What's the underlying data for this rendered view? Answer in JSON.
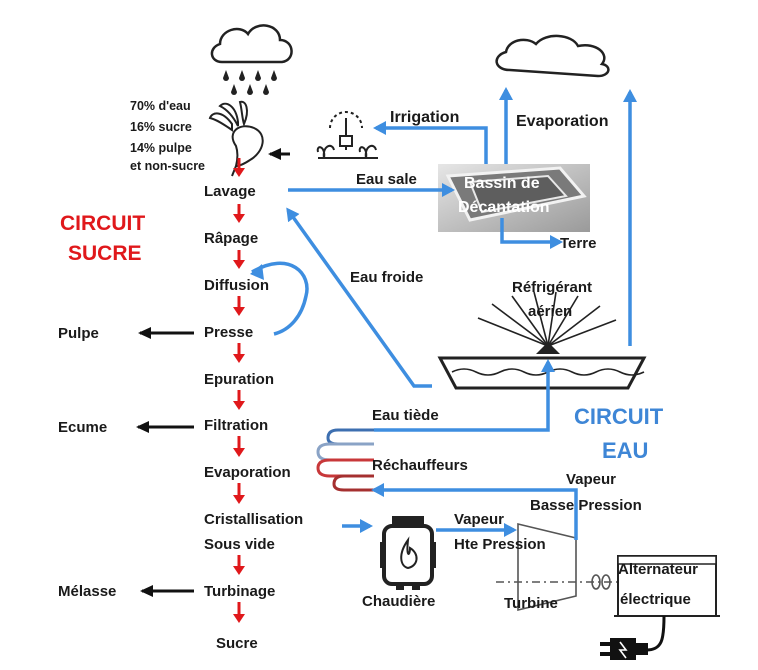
{
  "titles": {
    "circuit_sucre_1": "CIRCUIT",
    "circuit_sucre_2": "SUCRE",
    "circuit_eau_1": "CIRCUIT",
    "circuit_eau_2": "EAU"
  },
  "composition": [
    "70% d'eau",
    "16% sucre",
    "14% pulpe",
    "et non-sucre"
  ],
  "sugar_steps": [
    "Lavage",
    "Râpage",
    "Diffusion",
    "Presse",
    "Epuration",
    "Filtration",
    "Evaporation",
    "Cristallisation",
    "Sous vide",
    "Turbinage",
    "Sucre"
  ],
  "outputs": {
    "pulpe": "Pulpe",
    "ecume": "Ecume",
    "melasse": "Mélasse"
  },
  "water": {
    "irrigation": "Irrigation",
    "evaporation": "Evaporation",
    "eau_sale": "Eau sale",
    "bassin_1": "Bassin de",
    "bassin_2": "Décantation",
    "terre": "Terre",
    "eau_froide": "Eau froide",
    "refrigerant_1": "Réfrigérant",
    "refrigerant_2": "aérien",
    "eau_tiede": "Eau tiède",
    "rechauffeurs": "Réchauffeurs",
    "vapeur_bp_1": "Vapeur",
    "vapeur_bp_2": "Basse Pression",
    "vapeur_hp_1": "Vapeur",
    "vapeur_hp_2": "Hte Pression",
    "chaudiere": "Chaudière",
    "turbine": "Turbine",
    "alternateur_1": "Alternateur",
    "alternateur_2": "électrique"
  },
  "colors": {
    "red_arrow": "#e0181b",
    "blue_arrow": "#3e8ee0",
    "black_arrow": "#111111",
    "title_red": "#e0181b",
    "title_blue": "#3e86d6"
  }
}
